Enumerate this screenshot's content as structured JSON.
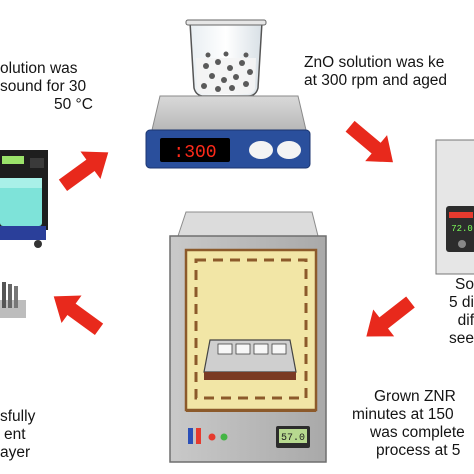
{
  "captions": {
    "top_left": [
      "olution was",
      "sound for 30",
      "50 °C"
    ],
    "top_right": [
      "ZnO solution was ke",
      "at 300 rpm and aged"
    ],
    "right": [
      "So",
      "5 di",
      "dif",
      "see"
    ],
    "bottom_right": [
      "Grown ZNR",
      "minutes at 150",
      "was complete",
      "process at 5"
    ],
    "bottom_left": [
      "sfully",
      "ent",
      "ayer"
    ]
  },
  "stirrer_display": ":300",
  "oven_display": "57.0",
  "controller_display": "72.0",
  "arrows": {
    "color": "#e8291c"
  },
  "colors": {
    "oven_frame": "#b5b5b5",
    "oven_inner": "#f2e6a6",
    "hotplate_display": "#2a4f9c",
    "device_teal": "#7ee3d9"
  }
}
